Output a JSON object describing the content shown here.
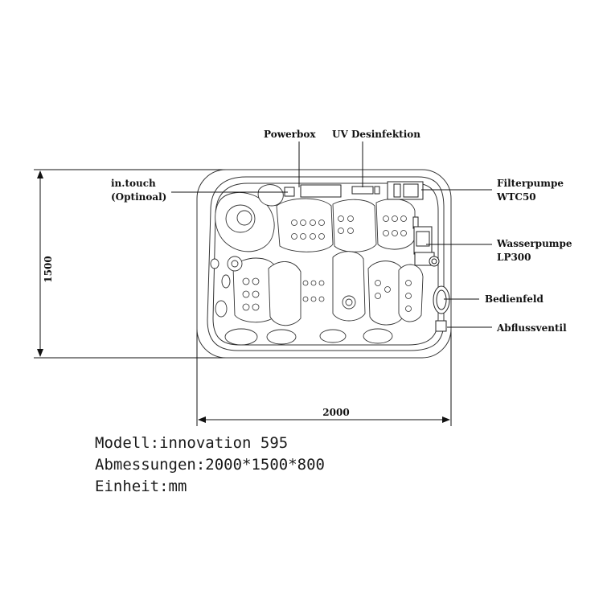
{
  "labels": {
    "powerbox": "Powerbox",
    "uv": "UV Desinfektion",
    "intouch_line1": "in.touch",
    "intouch_line2": "(Optinoal)",
    "filterpump_line1": "Filterpumpe",
    "filterpump_line2": "WTC50",
    "waterpump_line1": "Wasserpumpe",
    "waterpump_line2": "LP300",
    "control_panel": "Bedienfeld",
    "drain_valve": "Abflussventil"
  },
  "dimensions": {
    "height": "1500",
    "width": "2000"
  },
  "info": {
    "model": "Modell:innovation 595",
    "dimensions": "Abmessungen:2000*1500*800",
    "unit": "Einheit:mm"
  }
}
